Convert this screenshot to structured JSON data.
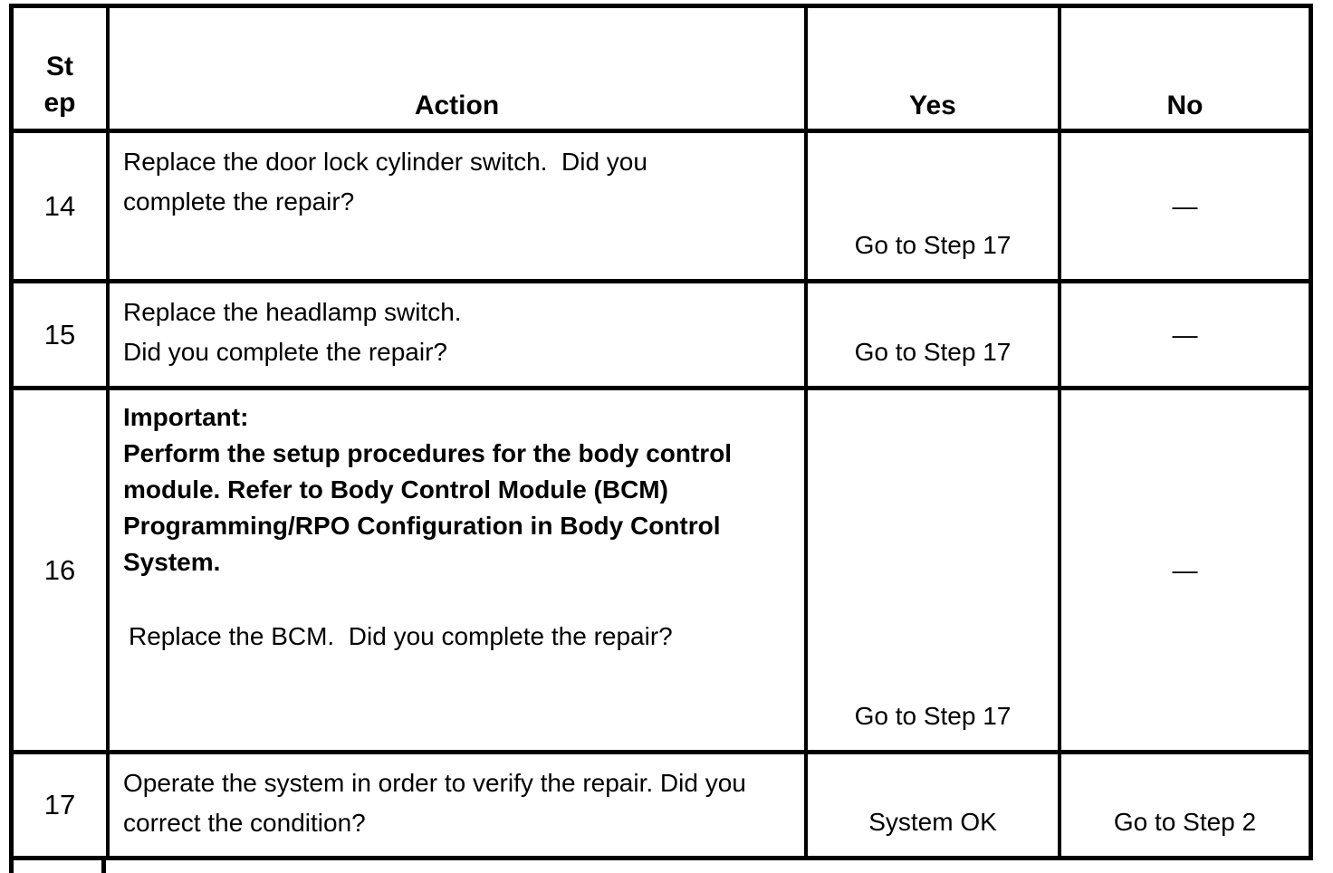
{
  "page": {
    "background": "#ffffff",
    "text_color": "#000000",
    "border_color": "#000000"
  },
  "table": {
    "header": {
      "step_line1": "St",
      "step_line2": "ep",
      "action": "Action",
      "yes": "Yes",
      "no": "No"
    },
    "rows": [
      {
        "step": "14",
        "action_lines": [
          "Replace the door lock cylinder switch.  Did you",
          "complete the repair?"
        ],
        "yes": "Go to Step 17",
        "no": "—"
      },
      {
        "step": "15",
        "action_lines": [
          "Replace the headlamp switch.",
          "Did you complete the repair?"
        ],
        "yes": "Go to Step 17",
        "no": "—"
      },
      {
        "step": "16",
        "important_lines": [
          "Important:",
          "Perform the setup procedures for the body control",
          "module. Refer to Body Control Module (BCM)",
          "Programming/RPO Configuration in Body Control",
          "System."
        ],
        "action_lines": [
          "Replace the BCM.  Did you complete the repair?"
        ],
        "yes": "Go to Step 17",
        "no": "—"
      },
      {
        "step": "17",
        "action_lines": [
          "Operate the system in order to verify the repair. Did you",
          "correct the condition?"
        ],
        "yes": "System OK",
        "no": "Go to Step 2"
      }
    ]
  }
}
